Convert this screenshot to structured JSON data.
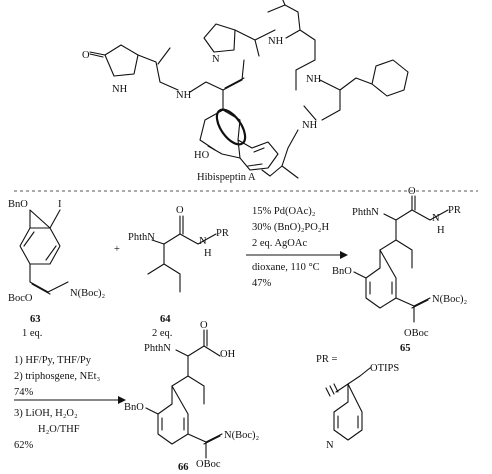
{
  "hibispeptin": {
    "name": "Hibispeptin A",
    "atoms": {
      "ho": "HO",
      "nh1": "NH",
      "nh2": "NH",
      "nh3": "NH",
      "nh4": "NH",
      "nh5": "NH",
      "n_pro": "N",
      "o_lactam": "O"
    }
  },
  "reaction1": {
    "sm63": {
      "bno": "BnO",
      "iodo": "I",
      "bocO": "BocO",
      "nboc": "N(Boc)₂",
      "label": "63",
      "equiv": "1 eq."
    },
    "plus": "+",
    "sm64": {
      "phthn": "PhthN",
      "nh": "N",
      "h": "H",
      "pr": "PR",
      "label": "64",
      "equiv": "2 eq."
    },
    "conditions_above": [
      "15% Pd(OAc)₂",
      "30% (BnO)₂PO₂H",
      "2 eq. AgOAc"
    ],
    "conditions_below": [
      "dioxane, 110 °C",
      "47%"
    ],
    "product65": {
      "phthn": "PhthN",
      "nh": "N",
      "h": "H",
      "pr": "PR",
      "bno": "BnO",
      "nboc": "N(Boc)₂",
      "obc": "OBoc",
      "label": "65"
    }
  },
  "reaction2": {
    "conditions_above": [
      "1) HF/Py, THF/Py",
      "2) triphosgene, NEt₃",
      "74%"
    ],
    "conditions_below": [
      "3) LiOH, H₂O₂",
      "H₂O/THF",
      "62%"
    ],
    "product66": {
      "phthn": "PhthN",
      "oh": "OH",
      "o": "O",
      "bno": "BnO",
      "nboc": "N(Boc)₂",
      "obc": "OBoc",
      "label": "66"
    }
  },
  "pr_definition": {
    "pr_eq": "PR =",
    "otips": "OTIPS",
    "n": "N"
  }
}
